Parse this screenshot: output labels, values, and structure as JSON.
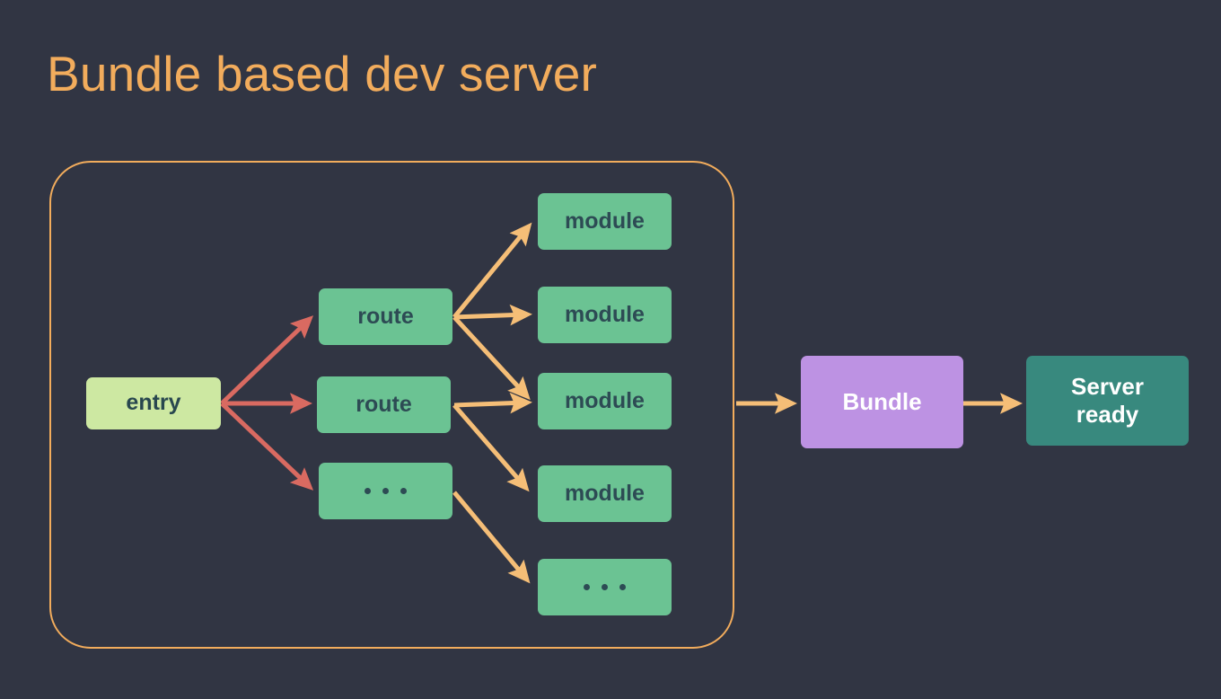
{
  "page": {
    "title": "Bundle based dev server",
    "background_color": "#313543",
    "title_color": "#F2AC5C"
  },
  "colors": {
    "entry_fill": "#CDE8A2",
    "node_fill": "#6BC393",
    "bundle_fill": "#BD92E3",
    "server_fill": "#38897E",
    "dark_text": "#2D4B54",
    "light_text": "#FFFFFF",
    "red_arrow": "#D96A61",
    "orange_arrow": "#F5BE77",
    "frame_border": "#F2AC5C"
  },
  "diagram": {
    "group_label": "bundle-graph-group",
    "nodes": {
      "entry": {
        "label": "entry",
        "kind": "entry"
      },
      "route_1": {
        "label": "route",
        "kind": "route"
      },
      "route_2": {
        "label": "route",
        "kind": "route"
      },
      "route_more": {
        "label": "...",
        "kind": "route-ellipsis"
      },
      "module_1": {
        "label": "module",
        "kind": "module"
      },
      "module_2": {
        "label": "module",
        "kind": "module"
      },
      "module_3": {
        "label": "module",
        "kind": "module"
      },
      "module_4": {
        "label": "module",
        "kind": "module"
      },
      "module_more": {
        "label": "...",
        "kind": "module-ellipsis"
      },
      "bundle": {
        "label": "Bundle",
        "kind": "bundle"
      },
      "server": {
        "label": "Server\nready",
        "line1": "Server",
        "line2": "ready",
        "kind": "server"
      }
    },
    "edges": [
      {
        "from": "entry",
        "to": "route_1",
        "color": "#D96A61"
      },
      {
        "from": "entry",
        "to": "route_2",
        "color": "#D96A61"
      },
      {
        "from": "entry",
        "to": "route_more",
        "color": "#D96A61"
      },
      {
        "from": "route_1",
        "to": "module_1",
        "color": "#F5BE77"
      },
      {
        "from": "route_1",
        "to": "module_2",
        "color": "#F5BE77"
      },
      {
        "from": "route_1",
        "to": "module_3",
        "color": "#F5BE77"
      },
      {
        "from": "route_2",
        "to": "module_3",
        "color": "#F5BE77"
      },
      {
        "from": "route_2",
        "to": "module_4",
        "color": "#F5BE77"
      },
      {
        "from": "route_more",
        "to": "module_more",
        "color": "#F5BE77"
      },
      {
        "from": "group",
        "to": "bundle",
        "color": "#F5BE77"
      },
      {
        "from": "bundle",
        "to": "server",
        "color": "#F5BE77"
      }
    ]
  }
}
